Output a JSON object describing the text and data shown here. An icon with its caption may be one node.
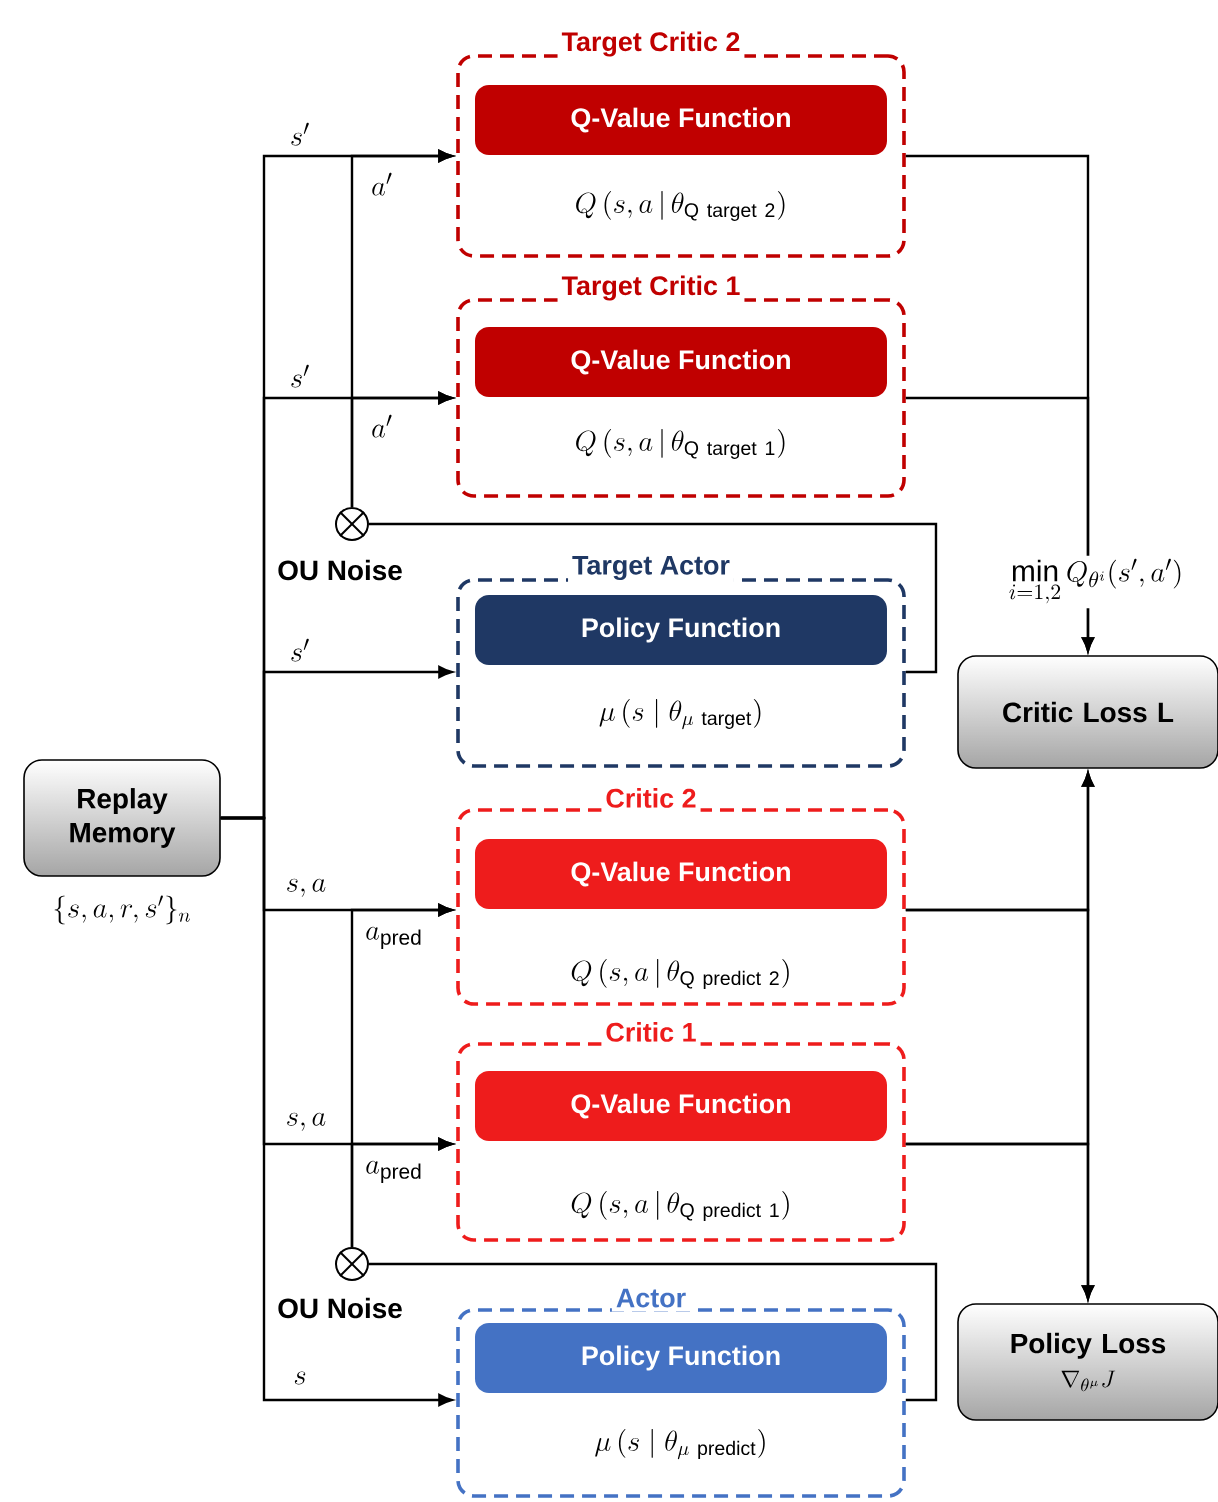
{
  "diagram": {
    "nodes": [
      {
        "text": [
          "Replay Memory"
        ],
        "beside": [
          "\\{s,a,r,s'\\}_{n}"
        ]
      },
      {
        "text": [
          "Target Critic 2",
          "Q\\left(s,a\\,\\middle|\\,\\theta_{\\mathrm{Q\\ target\\ 2}}\\right)"
        ]
      },
      {
        "text": [
          "Q-Value Function"
        ],
        "in": 1
      },
      {
        "text": [
          "Target Critic 1",
          "Q\\left(s,a\\,\\middle|\\,\\theta_{\\mathrm{Q\\ target\\ 1}}\\right)"
        ]
      },
      {
        "text": [
          "Q-Value Function"
        ],
        "in": 3
      },
      {
        "text": [
          "Target Actor",
          "\\mu\\left(s\\mid\\theta_{\\mu\\ \\mathrm{target}}\\right)"
        ]
      },
      {
        "text": [
          "Policy Function"
        ],
        "in": 5
      },
      {
        "text": [
          "Critic 2",
          "Q\\left(s,a\\,\\middle|\\,\\theta_{\\mathrm{Q\\ predict\\ 2}}\\right)"
        ]
      },
      {
        "text": [
          "Q-Value Function"
        ],
        "in": 7
      },
      {
        "text": [
          "Critic 1",
          "Q\\left(s,a\\,\\middle|\\,\\theta_{\\mathrm{Q\\ predict\\ 1}}\\right)"
        ]
      },
      {
        "text": [
          "Q-Value Function"
        ],
        "in": 9
      },
      {
        "text": [
          "Actor",
          "\\mu\\left(s\\mid\\theta_{\\mu\\ \\mathrm{predict}}\\right)"
        ]
      },
      {
        "text": [
          "Policy Function"
        ],
        "in": 11
      },
      {
        "text": [
          "Critic Loss L"
        ]
      },
      {
        "text": [
          "Policy Loss",
          "\\nabla_{\\theta^{\\mu}}J"
        ]
      },
      {
        "text": [],
        "shape": "circle",
        "beside": [
          "OU Noise"
        ]
      },
      {
        "text": [],
        "shape": "circle",
        "beside": [
          "OU Noise"
        ]
      }
    ],
    "edges": [
      {
        "from": 0,
        "to": 1,
        "arrow": "to",
        "label": "s'"
      },
      {
        "from": 0,
        "to": 3,
        "arrow": "to",
        "label": "s'"
      },
      {
        "from": 0,
        "to": 5,
        "arrow": "to",
        "label": "s'"
      },
      {
        "from": 0,
        "to": 7,
        "arrow": "to",
        "label": "s,a"
      },
      {
        "from": 0,
        "to": 9,
        "arrow": "to",
        "label": "s,a"
      },
      {
        "from": 0,
        "to": 11,
        "arrow": "to",
        "label": "s"
      },
      {
        "from": 5,
        "to": 15,
        "arrow": "none"
      },
      {
        "from": 15,
        "to": 1,
        "arrow": "to",
        "label": "a'"
      },
      {
        "from": 15,
        "to": 3,
        "arrow": "to",
        "label": "a'"
      },
      {
        "from": 11,
        "to": 16,
        "arrow": "none"
      },
      {
        "from": 16,
        "to": 7,
        "arrow": "to",
        "label": "a_{\\mathrm{pred}}"
      },
      {
        "from": 16,
        "to": 9,
        "arrow": "to",
        "label": "a_{\\mathrm{pred}}"
      },
      {
        "from": 1,
        "to": 13,
        "arrow": "to",
        "label": "\\min\\limits_{i=1,2}Q_{\\theta^{i}}(s',a')"
      },
      {
        "from": 3,
        "to": 13,
        "arrow": "to"
      },
      {
        "from": 7,
        "to": 13,
        "arrow": "to"
      },
      {
        "from": 9,
        "to": 13,
        "arrow": "to"
      },
      {
        "from": 7,
        "to": 14,
        "arrow": "to"
      },
      {
        "from": 9,
        "to": 14,
        "arrow": "to"
      }
    ]
  }
}
